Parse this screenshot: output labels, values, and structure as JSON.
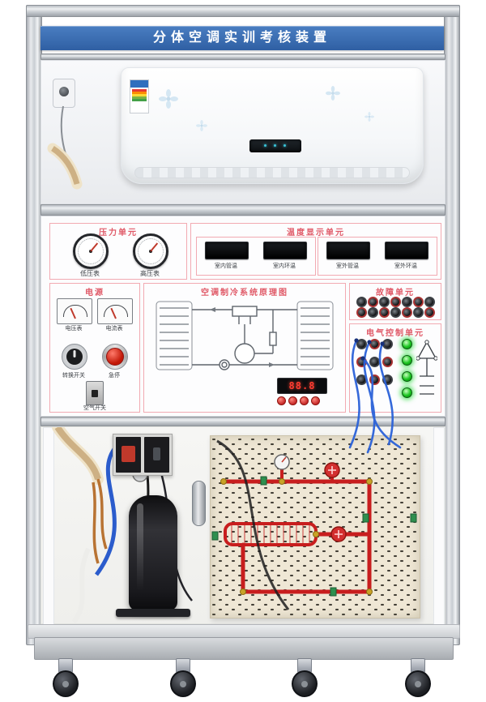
{
  "header": {
    "title": "分体空调实训考核装置"
  },
  "panel": {
    "pressure": {
      "title": "压力单元",
      "gauges": [
        {
          "label": "低压表"
        },
        {
          "label": "高压表"
        }
      ]
    },
    "temperature": {
      "title": "温度显示单元",
      "displays": [
        {
          "label": "室内管温"
        },
        {
          "label": "室内环温"
        },
        {
          "label": "室外管温"
        },
        {
          "label": "室外环温"
        }
      ]
    },
    "power": {
      "title": "电源",
      "meters": [
        {
          "label": "电压表"
        },
        {
          "label": "电流表"
        }
      ],
      "switch_label": "转换开关",
      "estop_label": "急停",
      "breaker_label": "空气开关"
    },
    "schematic": {
      "title": "空调制冷系统原理图"
    },
    "fault": {
      "title": "故障单元"
    },
    "electric": {
      "title": "电气控制单元",
      "controller_value": "88.8"
    }
  },
  "colors": {
    "accent_blue": "#2f5fa3",
    "panel_pink": "#f2aab2",
    "pipe_red": "#c81e1e",
    "led_green": "#19c41f"
  }
}
